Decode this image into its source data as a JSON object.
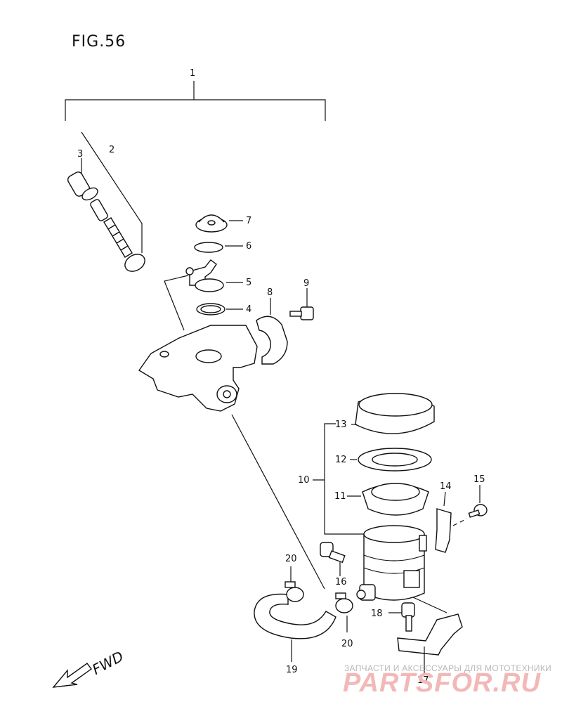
{
  "figure": {
    "title": "FIG.56"
  },
  "direction": {
    "label": "FWD"
  },
  "callouts": [
    "1",
    "2",
    "3",
    "4",
    "5",
    "6",
    "7",
    "8",
    "9",
    "10",
    "11",
    "12",
    "13",
    "14",
    "15",
    "16",
    "17",
    "18",
    "19",
    "20",
    "20"
  ],
  "watermark": {
    "tagline": "ЗАПЧАСТИ И АКСЕССУАРЫ ДЛЯ МОТОТЕХНИКИ",
    "brand": "PARTSFOR.RU"
  }
}
